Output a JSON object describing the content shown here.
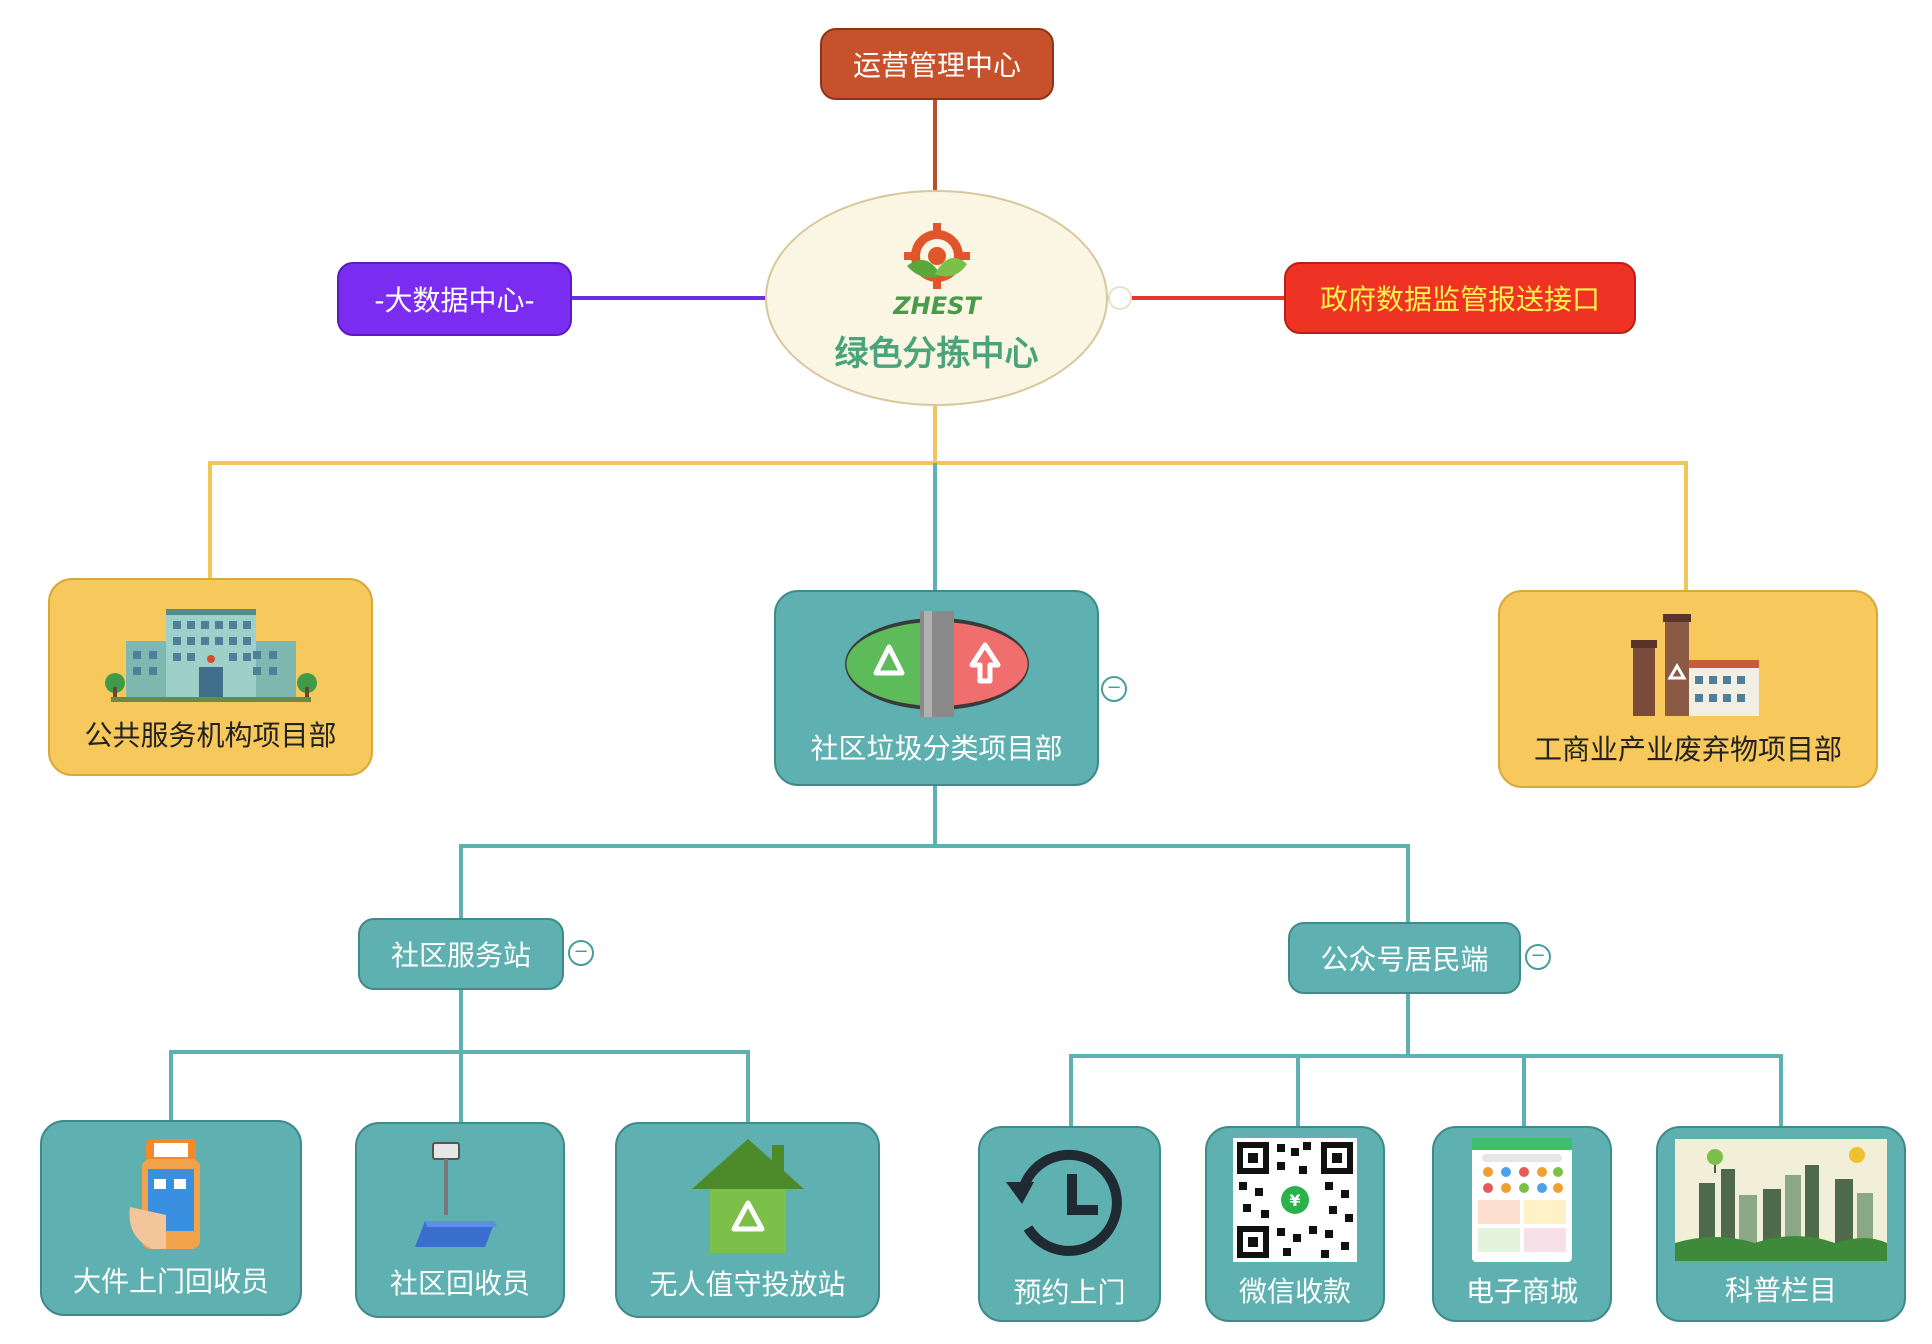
{
  "center": {
    "logo_text": "ZHEST",
    "title": "绿色分拣中心"
  },
  "top_node": "运营管理中心",
  "left_node": "-大数据中心-",
  "right_node": "政府数据监管报送接口",
  "branches": {
    "public": "公共服务机构项目部",
    "community": "社区垃圾分类项目部",
    "industry": "工商业产业废弃物项目部"
  },
  "sub": {
    "station": "社区服务站",
    "wechat_resident": "公众号居民端"
  },
  "leaves": {
    "big_item": "大件上门回收员",
    "recycler": "社区回收员",
    "unmanned": "无人值守投放站",
    "appointment": "预约上门",
    "payment": "微信收款",
    "mall": "电子商城",
    "science": "科普栏目"
  },
  "colors": {
    "teal": "#5fb0b0",
    "gold": "#f7c95c",
    "operations": "#c7512b",
    "bigdata": "#7a2df0",
    "government": "#ee3324"
  }
}
